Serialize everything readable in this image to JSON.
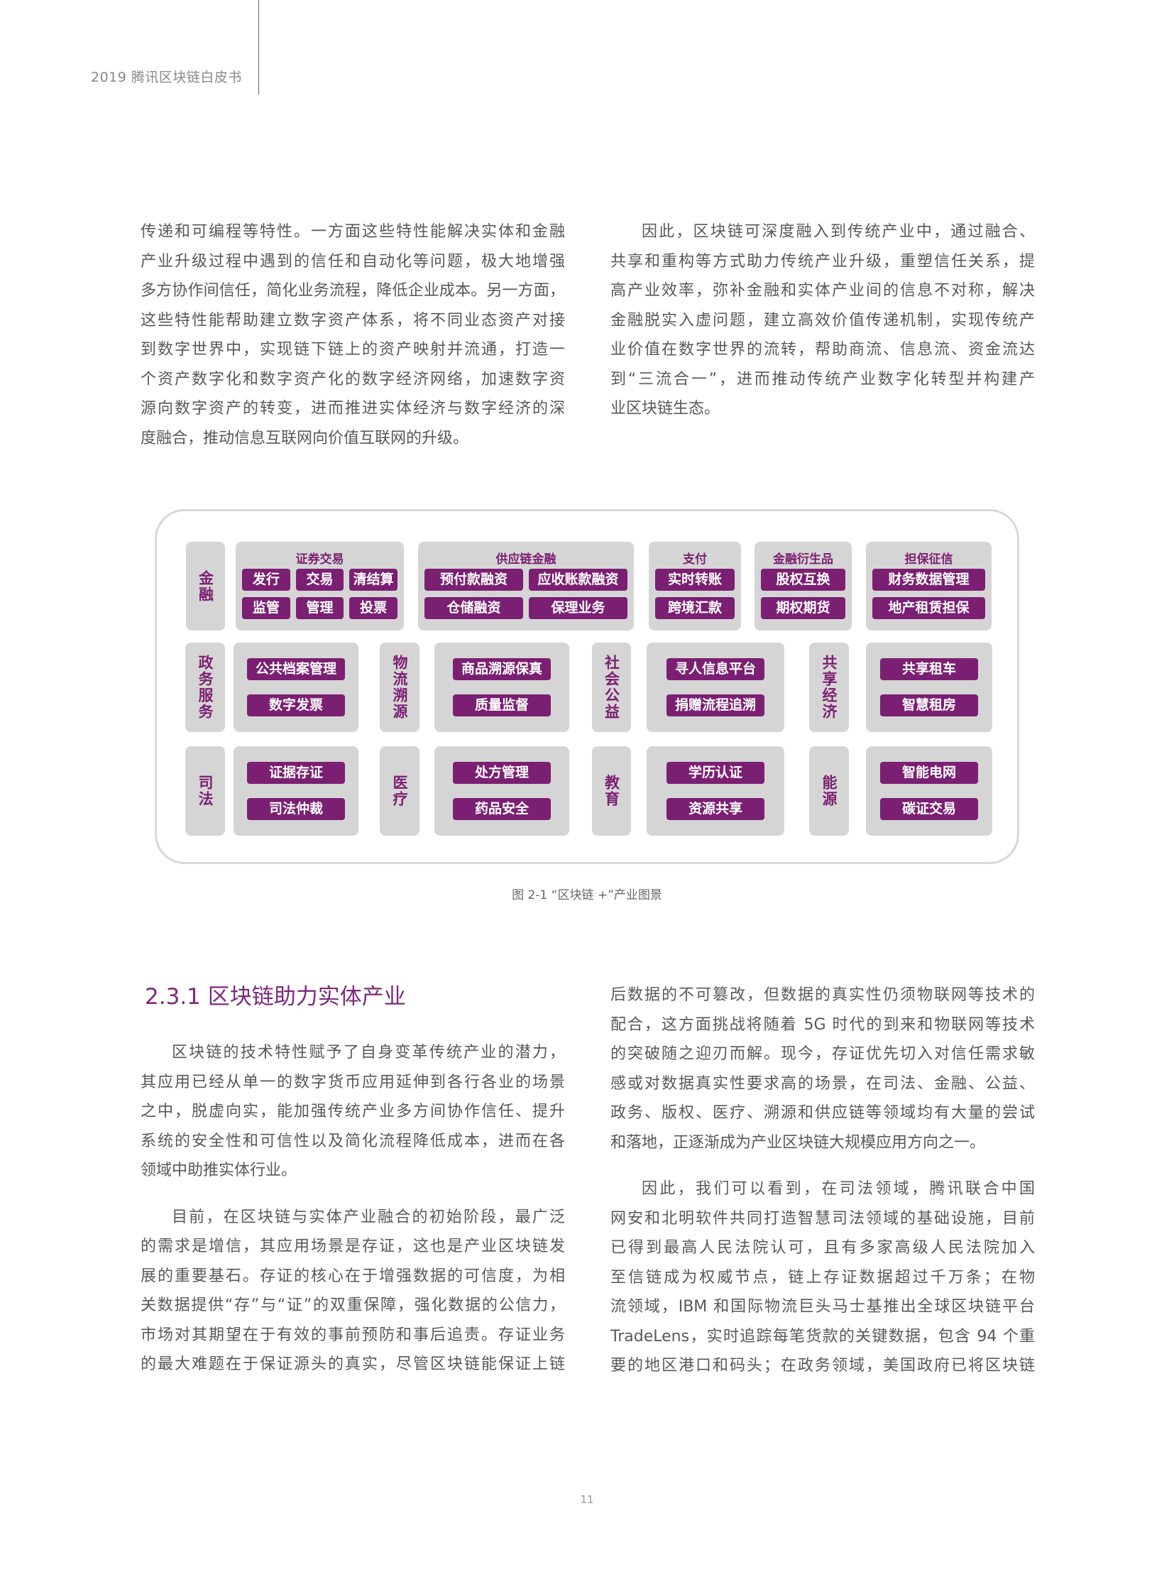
{
  "header": {
    "title": "2019 腾讯区块链白皮书"
  },
  "top_left": {
    "lines": [
      "传递和可编程等特性。一方面这些特性能解决实体和金融",
      "产业升级过程中遇到的信任和自动化等问题，极大地增强",
      "多方协作间信任，简化业务流程，降低企业成本。另一方面，",
      "这些特性能帮助建立数字资产体系，将不同业态资产对接",
      "到数字世界中，实现链下链上的资产映射并流通，打造一",
      "个资产数字化和数字资产化的数字经济网络，加速数字资",
      "源向数字资产的转变，进而推进实体经济与数字经济的深",
      "度融合，推动信息互联网向价值互联网的升级。"
    ]
  },
  "top_right": {
    "lines": [
      "因此，区块链可深度融入到传统产业中，通过融合、",
      "共享和重构等方式助力传统产业升级，重塑信任关系，提",
      "高产业效率，弥补金融和实体产业间的信息不对称，解决",
      "金融脱实入虚问题，建立高效价值传递机制，实现传统产",
      "业价值在数字世界的流转，帮助商流、信息流、资金流达",
      "到“三流合一”，进而推动传统产业数字化转型并构建产",
      "业区块链生态。"
    ]
  },
  "diagram": {
    "row1": {
      "label": "金融",
      "groups": [
        {
          "title": "证券交易",
          "items": [
            "发行",
            "交易",
            "清结算",
            "监管",
            "管理",
            "投票"
          ]
        },
        {
          "title": "供应链金融",
          "items": [
            "预付款融资",
            "应收账款融资",
            "仓储融资",
            "保理业务"
          ]
        },
        {
          "title": "支付",
          "items": [
            "实时转账",
            "跨境汇款"
          ]
        },
        {
          "title": "金融衍生品",
          "items": [
            "股权互换",
            "期权期货"
          ]
        },
        {
          "title": "担保征信",
          "items": [
            "财务数据管理",
            "地产租赁担保"
          ]
        }
      ]
    },
    "row2": [
      {
        "label": "政务服务",
        "items": [
          "公共档案管理",
          "数字发票"
        ]
      },
      {
        "label": "物流溯源",
        "items": [
          "商品溯源保真",
          "质量监督"
        ]
      },
      {
        "label": "社会公益",
        "items": [
          "寻人信息平台",
          "捐赠流程追溯"
        ]
      },
      {
        "label": "共享经济",
        "items": [
          "共享租车",
          "智慧租房"
        ]
      }
    ],
    "row3": [
      {
        "label": "司法",
        "items": [
          "证据存证",
          "司法仲裁"
        ]
      },
      {
        "label": "医疗",
        "items": [
          "处方管理",
          "药品安全"
        ]
      },
      {
        "label": "教育",
        "items": [
          "学历认证",
          "资源共享"
        ]
      },
      {
        "label": "能源",
        "items": [
          "智能电网",
          "碳证交易"
        ]
      }
    ],
    "caption": "图 2-1 “区块链 +”产业图景",
    "colors": {
      "accent": "#7b1f72",
      "box": "#d6d5d5"
    }
  },
  "section": {
    "heading": "2.3.1 区块链助力实体产业"
  },
  "bottom_left": {
    "paragraphs": [
      [
        "区块链的技术特性赋予了自身变革传统产业的潜力，",
        "其应用已经从单一的数字货币应用延伸到各行各业的场景",
        "之中，脱虚向实，能加强传统产业多方间协作信任、提升",
        "系统的安全性和可信性以及简化流程降低成本，进而在各",
        "领域中助推实体行业。"
      ],
      [
        "目前，在区块链与实体产业融合的初始阶段，最广泛",
        "的需求是增信，其应用场景是存证，这也是产业区块链发",
        "展的重要基石。存证的核心在于增强数据的可信度，为相",
        "关数据提供“存”与“证”的双重保障，强化数据的公信力，",
        "市场对其期望在于有效的事前预防和事后追责。存证业务",
        "的最大难题在于保证源头的真实，尽管区块链能保证上链"
      ]
    ]
  },
  "bottom_right": {
    "paragraphs": [
      [
        "后数据的不可篡改，但数据的真实性仍须物联网等技术的",
        "配合，这方面挑战将随着 5G 时代的到来和物联网等技术",
        "的突破随之迎刃而解。现今，存证优先切入对信任需求敏",
        "感或对数据真实性要求高的场景，在司法、金融、公益、",
        "政务、版权、医疗、溯源和供应链等领域均有大量的尝试",
        "和落地，正逐渐成为产业区块链大规模应用方向之一。"
      ],
      [
        "因此，我们可以看到，在司法领域，腾讯联合中国",
        "网安和北明软件共同打造智慧司法领域的基础设施，目前",
        "已得到最高人民法院认可，且有多家高级人民法院加入",
        "至信链成为权威节点，链上存证数据超过千万条；在物",
        "流领域，IBM 和国际物流巨头马士基推出全球区块链平台",
        "TradeLens，实时追踪每笔货款的关键数据，包含 94 个重",
        "要的地区港口和码头；在政务领域，美国政府已将区块链"
      ]
    ]
  },
  "footer": {
    "page_number": "11"
  }
}
